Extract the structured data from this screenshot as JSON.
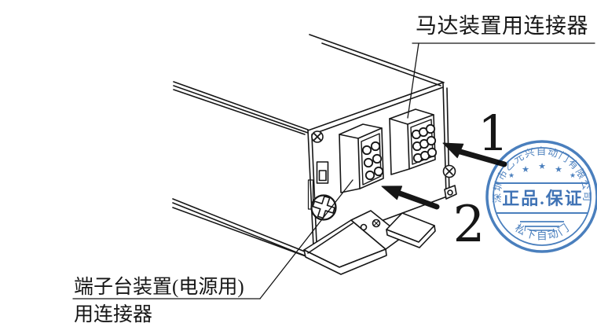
{
  "figure": {
    "motor_connector_label": "马达装置用连接器",
    "terminal_connector_label_line1": "端子台装置(电源用)",
    "terminal_connector_label_line2": "用连接器",
    "step_one": "1",
    "step_two": "2"
  },
  "stamp": {
    "arc_company_text": "深圳市乙元兴自动门有限公司",
    "center_text": "正品.保证",
    "bottom_arc_text": "松下自动门",
    "star": "★",
    "ink_color": "#2a68b2",
    "center_ink_color": "#1e5aa8"
  },
  "drawing": {
    "ink_color": "#161616"
  }
}
